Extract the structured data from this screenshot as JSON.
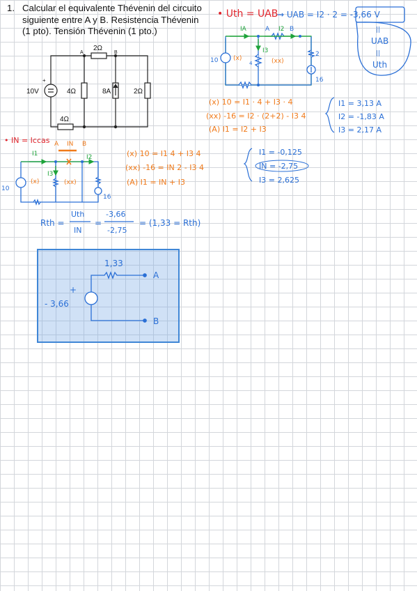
{
  "problem": {
    "number": "1.",
    "text": "Calcular el equivalente Thévenin del circuito siguiente entre A y B. Resistencia Thévenin (1 pto). Tensión Thévenin (1 pto.)"
  },
  "circuit": {
    "source": "10V",
    "r_left": "4Ω",
    "r_top": "2Ω",
    "r_right": "2Ω",
    "r_bottom": "4Ω",
    "current_source": "8A",
    "node_a": "A",
    "node_b": "B"
  },
  "vth_section": {
    "heading": "• Uth = UAB",
    "equation": "⇝ UAB = I2 · 2 = -3,66 V",
    "equalities": [
      "||",
      "UAB",
      "||",
      "Uth"
    ],
    "circuit_labels": [
      "IA",
      "A",
      "I2",
      "B",
      "I3",
      "10",
      "(x)",
      "(xx)",
      "4",
      "2",
      "16"
    ],
    "eq1": "(x) 10 = I1 · 4 + I3 · 4",
    "eq2": "(xx) -16 = I2 · (2+2) - I3 4",
    "eq3": "(A) I1 = I2 + I3",
    "results": [
      "I1 = 3,13 A",
      "I2 = -1,83 A",
      "I3 = 2,17 A"
    ]
  },
  "in_section": {
    "heading": "• IN = Iccas",
    "circuit_labels": [
      "I1",
      "A",
      "IN",
      "B",
      "I2",
      "I3",
      "(x)",
      "(xx)",
      "10",
      "16"
    ],
    "eq1": "(x) 10 = I1 4 + I3 4",
    "eq2": "(xx) -16 = IN 2 - I3 4",
    "eq3": "(A) I1 = IN + I3",
    "results": [
      "I1 = -0,125",
      "IN = -2,75",
      "I3 = 2,625"
    ]
  },
  "rth_section": {
    "lhs": "Rth =",
    "frac_num": "Uth",
    "frac_den": "IN",
    "frac2_num": "-3,66",
    "frac2_den": "-2,75",
    "result": "= (1,33 = Rth)"
  },
  "thevenin": {
    "r_label": "1,33",
    "v_label": "- 3,66",
    "plus": "+",
    "node_a": "A",
    "node_b": "B"
  },
  "colors": {
    "blue": "#2a6fd6",
    "red": "#e0242b",
    "orange": "#f07a1a",
    "green": "#1ea33a",
    "box_fill": "#a9c9ef"
  }
}
